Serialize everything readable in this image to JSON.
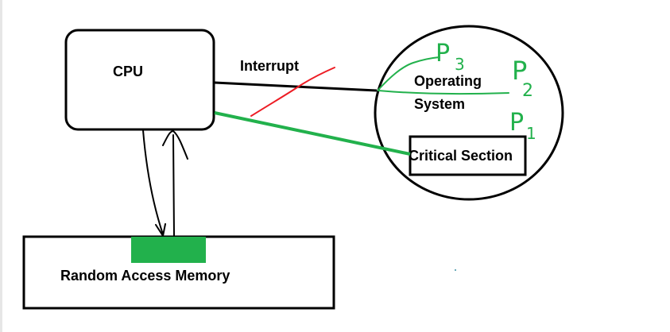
{
  "diagram": {
    "cpu_label": "CPU",
    "interrupt_label": "Interrupt",
    "os_label_line1": "Operating",
    "os_label_line2": "System",
    "critical_section_label": "Critical Section",
    "ram_label": "Random Access Memory",
    "process_labels": [
      {
        "letter": "P",
        "sub": "3"
      },
      {
        "letter": "P",
        "sub": "2"
      },
      {
        "letter": "P",
        "sub": "1"
      }
    ]
  },
  "colors": {
    "stroke": "#000000",
    "green": "#22b14c",
    "red": "#ed1c24",
    "background": "#ffffff",
    "left_edge": "#e0e0e0"
  }
}
